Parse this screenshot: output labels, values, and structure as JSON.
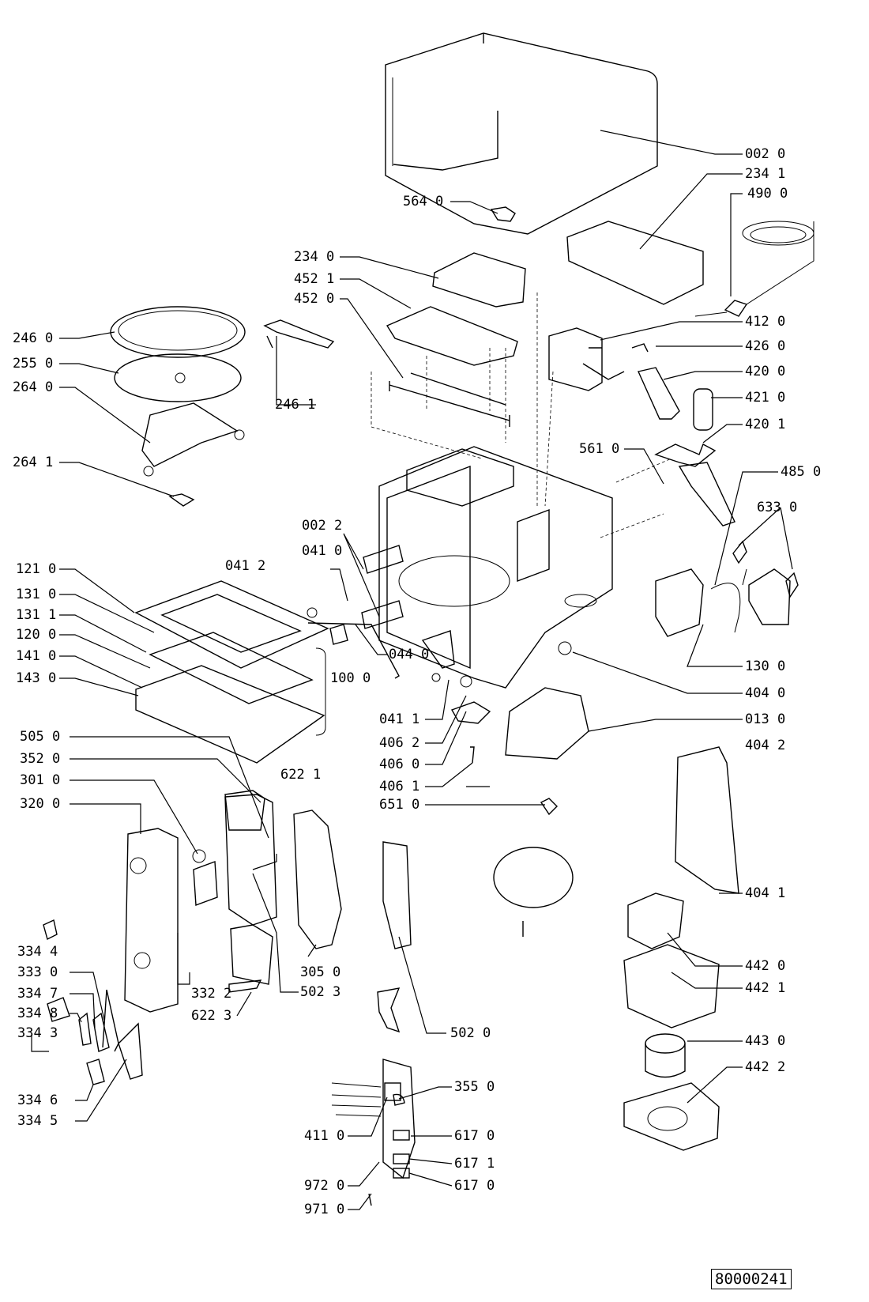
{
  "diagram": {
    "title": "Microwave oven exploded parts view",
    "document_number": "80000241",
    "labels": [
      {
        "id": "l-002-0",
        "text": "002 0"
      },
      {
        "id": "l-234-1",
        "text": "234 1"
      },
      {
        "id": "l-490-0",
        "text": "490 0"
      },
      {
        "id": "l-564-0",
        "text": "564 0"
      },
      {
        "id": "l-234-0",
        "text": "234 0"
      },
      {
        "id": "l-452-1",
        "text": "452 1"
      },
      {
        "id": "l-452-0",
        "text": "452 0"
      },
      {
        "id": "l-412-0",
        "text": "412 0"
      },
      {
        "id": "l-426-0",
        "text": "426 0"
      },
      {
        "id": "l-420-0",
        "text": "420 0"
      },
      {
        "id": "l-421-0",
        "text": "421 0"
      },
      {
        "id": "l-420-1",
        "text": "420 1"
      },
      {
        "id": "l-246-0",
        "text": "246 0"
      },
      {
        "id": "l-255-0",
        "text": "255 0"
      },
      {
        "id": "l-264-0",
        "text": "264 0"
      },
      {
        "id": "l-246-1",
        "text": "246 1"
      },
      {
        "id": "l-264-1",
        "text": "264 1"
      },
      {
        "id": "l-561-0",
        "text": "561 0"
      },
      {
        "id": "l-485-0",
        "text": "485 0"
      },
      {
        "id": "l-633-0",
        "text": "633 0"
      },
      {
        "id": "l-002-2",
        "text": "002 2"
      },
      {
        "id": "l-041-0",
        "text": "041 0"
      },
      {
        "id": "l-041-2",
        "text": "041 2"
      },
      {
        "id": "l-121-0",
        "text": "121 0"
      },
      {
        "id": "l-131-0",
        "text": "131 0"
      },
      {
        "id": "l-131-1",
        "text": "131 1"
      },
      {
        "id": "l-120-0",
        "text": "120 0"
      },
      {
        "id": "l-141-0",
        "text": "141 0"
      },
      {
        "id": "l-143-0",
        "text": "143 0"
      },
      {
        "id": "l-100-0",
        "text": "100 0"
      },
      {
        "id": "l-044-0",
        "text": "044 0"
      },
      {
        "id": "l-130-0",
        "text": "130 0"
      },
      {
        "id": "l-404-0",
        "text": "404 0"
      },
      {
        "id": "l-013-0",
        "text": "013 0"
      },
      {
        "id": "l-404-2",
        "text": "404 2"
      },
      {
        "id": "l-041-1",
        "text": "041 1"
      },
      {
        "id": "l-406-2",
        "text": "406 2"
      },
      {
        "id": "l-406-0",
        "text": "406 0"
      },
      {
        "id": "l-406-1",
        "text": "406 1"
      },
      {
        "id": "l-651-0",
        "text": "651 0"
      },
      {
        "id": "l-505-0",
        "text": "505 0"
      },
      {
        "id": "l-352-0",
        "text": "352 0"
      },
      {
        "id": "l-301-0",
        "text": "301 0"
      },
      {
        "id": "l-320-0",
        "text": "320 0"
      },
      {
        "id": "l-622-1",
        "text": "622 1"
      },
      {
        "id": "l-404-1",
        "text": "404 1"
      },
      {
        "id": "l-305-0",
        "text": "305 0"
      },
      {
        "id": "l-502-3",
        "text": "502 3"
      },
      {
        "id": "l-442-0",
        "text": "442 0"
      },
      {
        "id": "l-442-1",
        "text": "442 1"
      },
      {
        "id": "l-334-4",
        "text": "334 4"
      },
      {
        "id": "l-333-0",
        "text": "333 0"
      },
      {
        "id": "l-334-7",
        "text": "334 7"
      },
      {
        "id": "l-334-8",
        "text": "334 8"
      },
      {
        "id": "l-334-3",
        "text": "334 3"
      },
      {
        "id": "l-332-2",
        "text": "332 2"
      },
      {
        "id": "l-622-3",
        "text": "622 3"
      },
      {
        "id": "l-502-0",
        "text": "502 0"
      },
      {
        "id": "l-443-0",
        "text": "443 0"
      },
      {
        "id": "l-442-2",
        "text": "442 2"
      },
      {
        "id": "l-334-6",
        "text": "334 6"
      },
      {
        "id": "l-334-5",
        "text": "334 5"
      },
      {
        "id": "l-355-0",
        "text": "355 0"
      },
      {
        "id": "l-411-0",
        "text": "411 0"
      },
      {
        "id": "l-617-0a",
        "text": "617 0"
      },
      {
        "id": "l-617-1",
        "text": "617 1"
      },
      {
        "id": "l-972-0",
        "text": "972 0"
      },
      {
        "id": "l-617-0b",
        "text": "617 0"
      },
      {
        "id": "l-971-0",
        "text": "971 0"
      }
    ]
  }
}
